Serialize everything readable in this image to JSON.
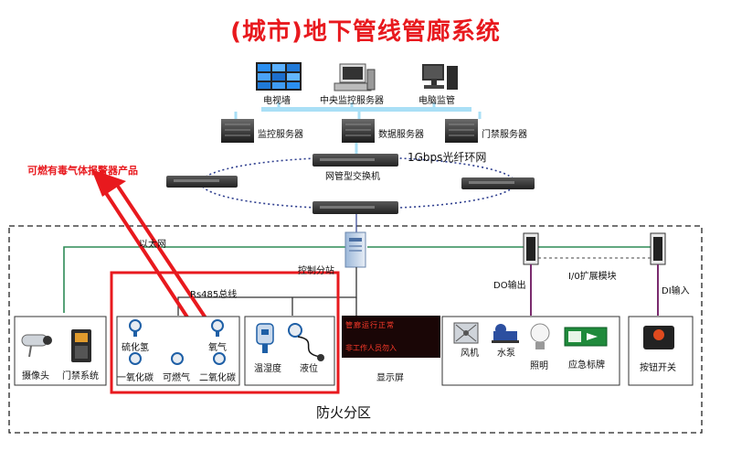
{
  "title": "(城市)地下管线管廊系统",
  "colors": {
    "title": "#e8191e",
    "highlight": "#e8191e",
    "ethernet": "#2e8b57",
    "fiber": "#2f3f8f",
    "di": "#7a2b6e"
  },
  "top_devices": {
    "video_wall": "电视墙",
    "central_server": "中央监控服务器",
    "pc_monitor": "电脑监管"
  },
  "servers": {
    "monitor_server": "监控服务器",
    "data_server": "数据服务器",
    "access_server": "门禁服务器"
  },
  "network": {
    "ring_label": "1Gbps光纤环网",
    "managed_switch": "网管型交换机",
    "ethernet": "以太网"
  },
  "control": {
    "station": "控制分站",
    "bus": "Rs485总线",
    "do_output": "DO输出",
    "io_module": "I/0扩展模块",
    "di_input": "DI输入"
  },
  "alarm_note": "可燃有毒气体报警器产品",
  "field_devices": {
    "camera": "摄像头",
    "access": "门禁系统",
    "h2s": "硫化氢",
    "o2": "氧气",
    "co": "一氧化碳",
    "combustible": "可燃气",
    "co2": "二氧化碳",
    "temp_humidity": "温湿度",
    "level": "液位",
    "display": "显示屏",
    "display_text_1": "管廊运行正常",
    "display_text_2": "非工作人员勿入",
    "fan": "风机",
    "pump": "水泵",
    "lighting": "照明",
    "emergency_sign": "应急标牌",
    "button": "按钮开关"
  },
  "zone": "防火分区"
}
